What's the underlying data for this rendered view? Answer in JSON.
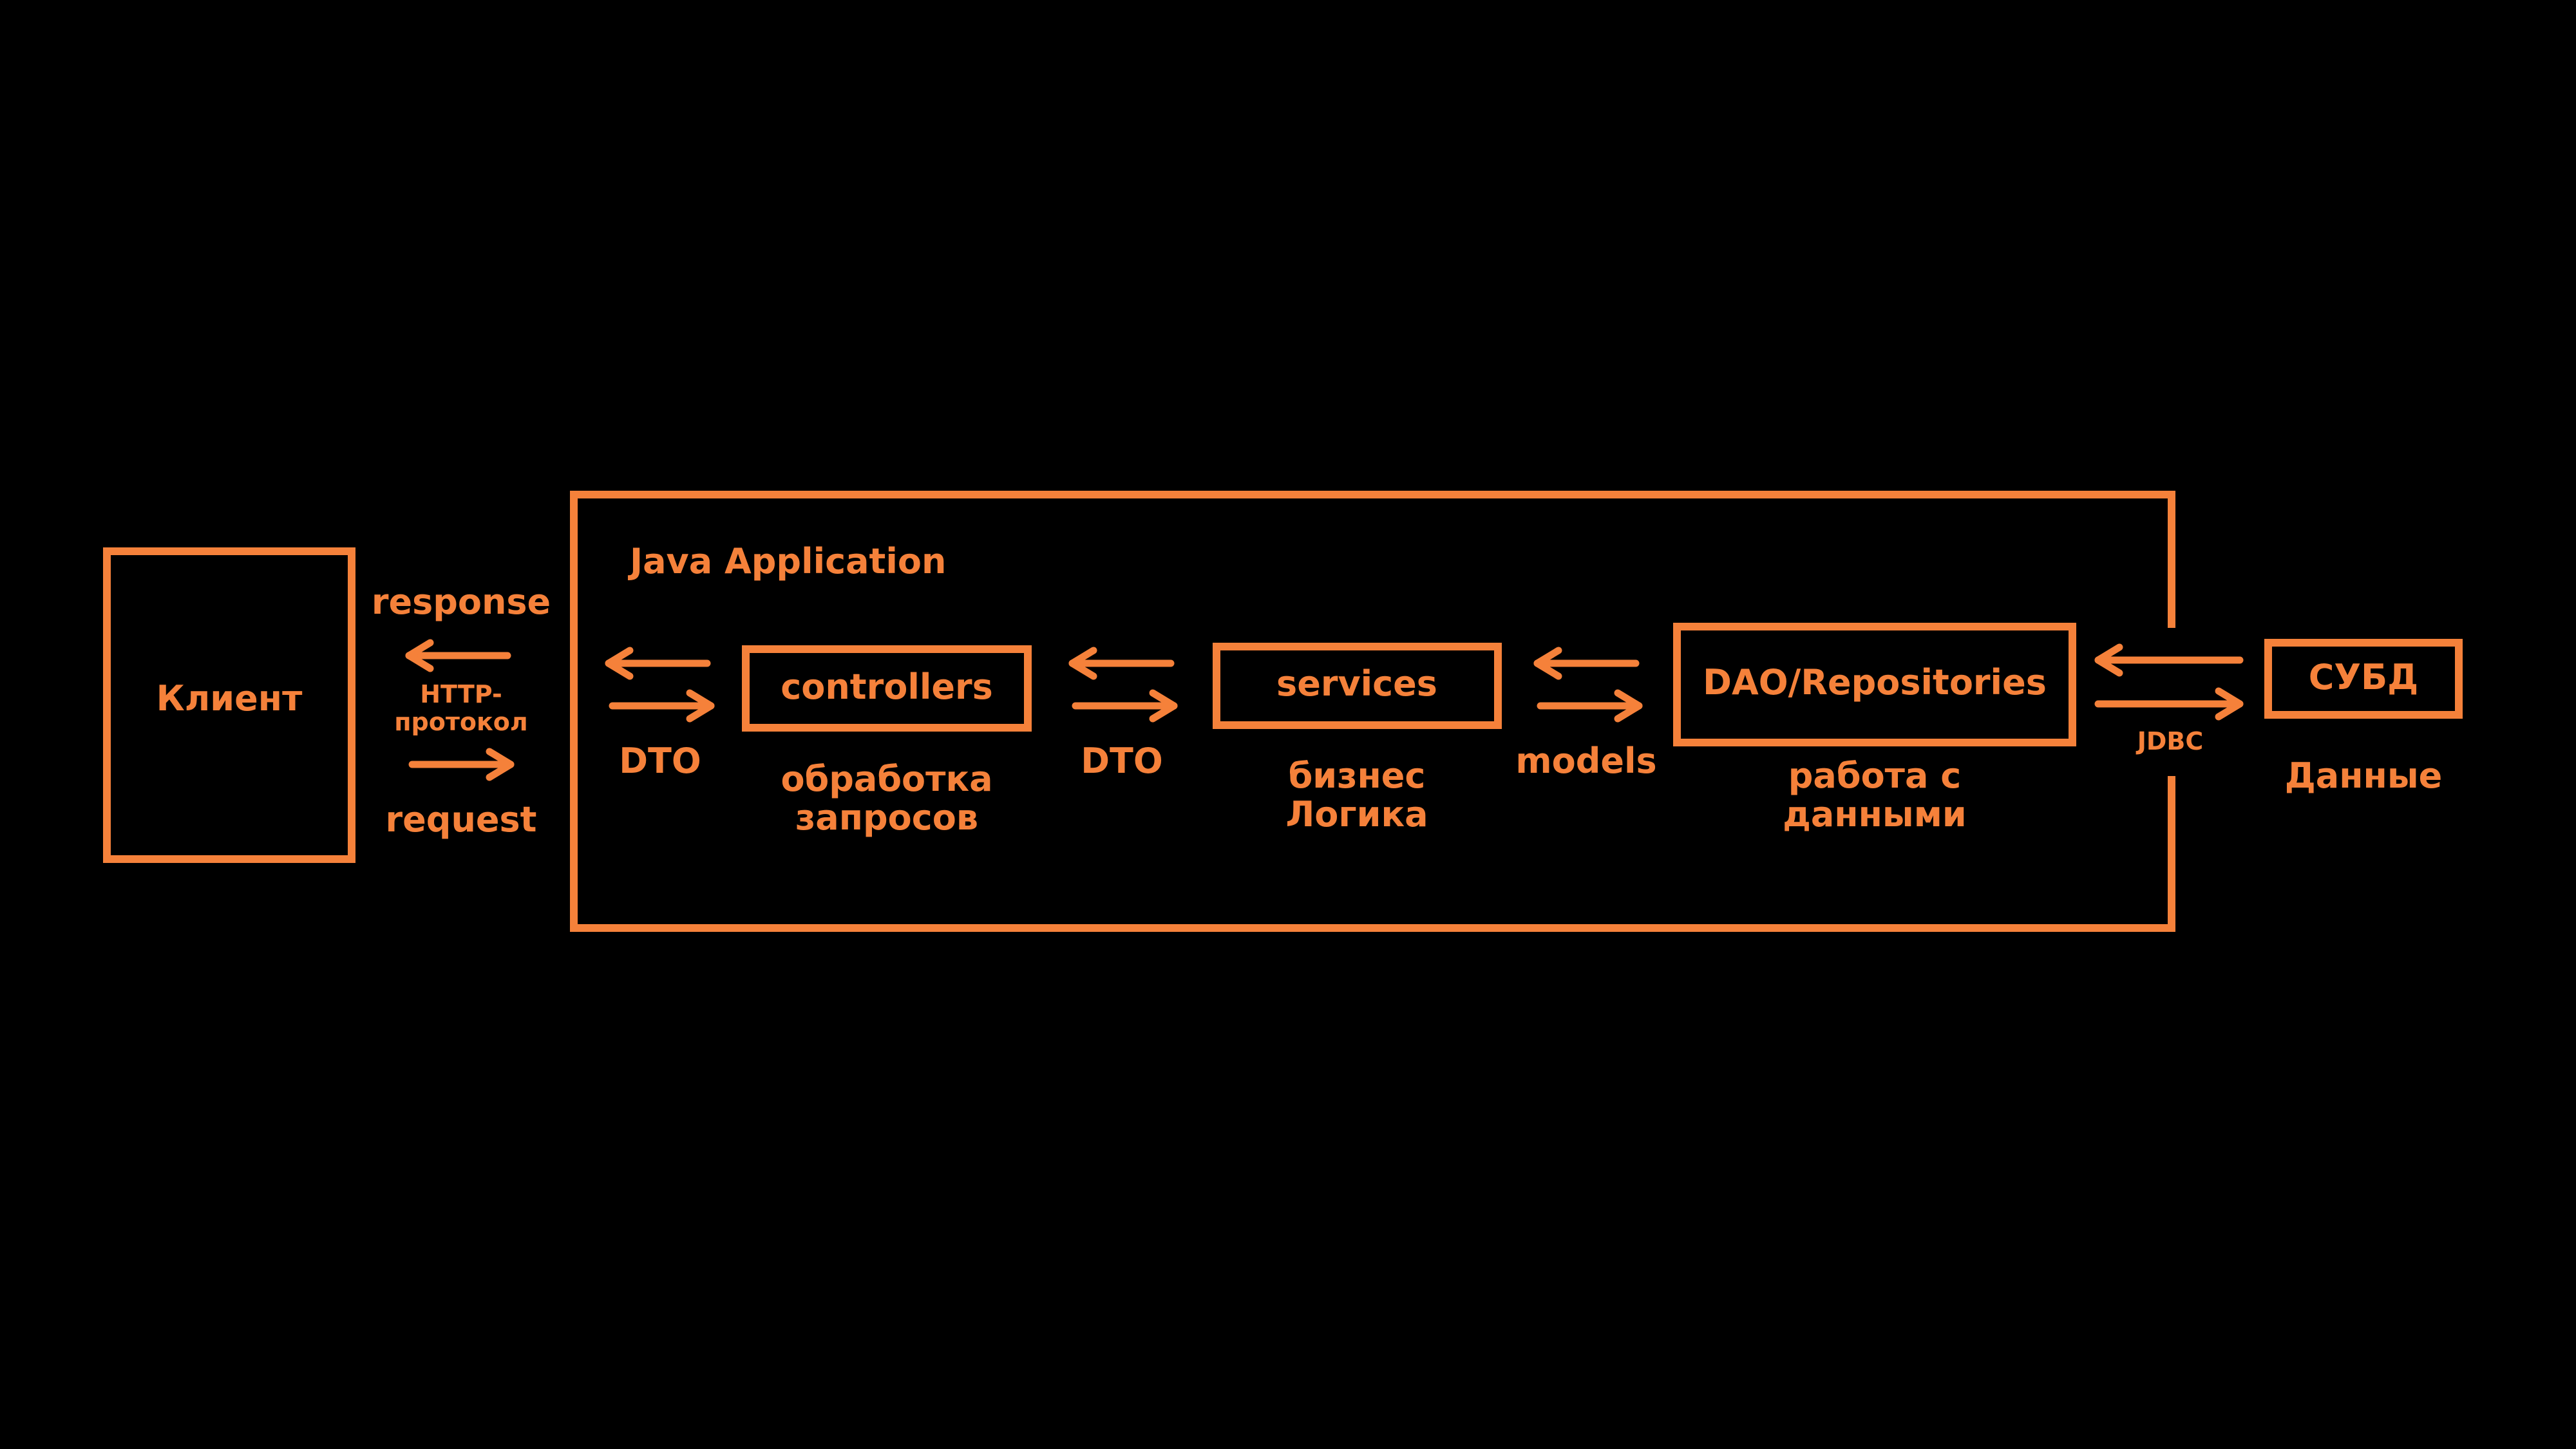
{
  "diagram": {
    "colors": {
      "background": "#000000",
      "accent": "#f5813a"
    },
    "client": {
      "label": "Клиент"
    },
    "http": {
      "response_label": "response",
      "protocol_label": "HTTP-\nпротокол",
      "request_label": "request"
    },
    "app": {
      "title": "Java Application"
    },
    "controllers": {
      "label": "controllers",
      "caption": "обработка\nзапросов"
    },
    "dto_left": {
      "label": "DTO"
    },
    "dto_mid": {
      "label": "DTO"
    },
    "services": {
      "label": "services",
      "caption": "бизнес\nЛогика"
    },
    "models": {
      "label": "models"
    },
    "dao": {
      "label": "DAO/Repositories",
      "caption": "работа с\nданными"
    },
    "jdbc": {
      "label": "JDBC"
    },
    "dbms": {
      "label": "СУБД",
      "caption": "Данные"
    }
  }
}
